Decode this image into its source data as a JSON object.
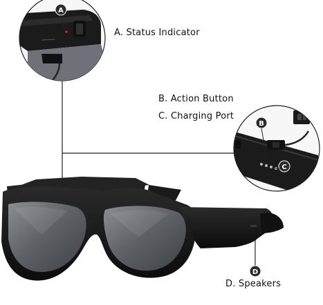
{
  "callouts": {
    "a": {
      "letter": "A",
      "label": "A. Status Indicator"
    },
    "b": {
      "letter": "B",
      "label": "B. Action Button"
    },
    "c": {
      "letter": "C",
      "label": "C. Charging Port"
    },
    "d": {
      "letter": "D",
      "label": "D. Speakers"
    }
  },
  "colors": {
    "frame": "#161616",
    "lens": "#5d6166",
    "line": "#222222",
    "badge": "#2b2b2b",
    "background": "#ffffff"
  }
}
